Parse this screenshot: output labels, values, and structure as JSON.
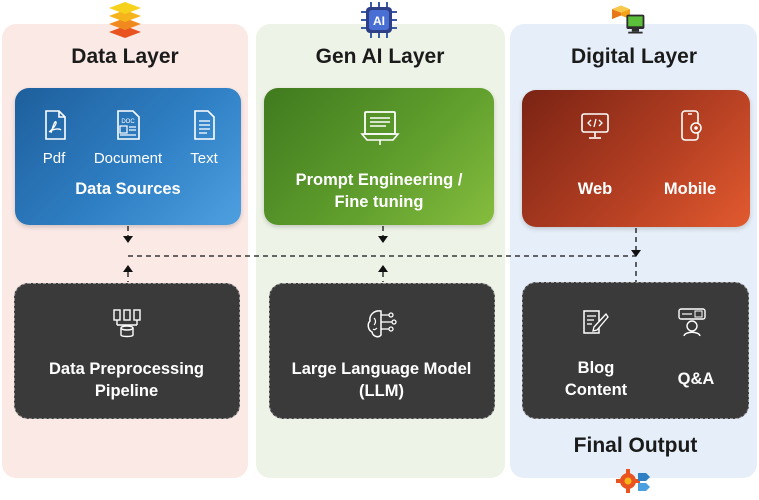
{
  "columns": {
    "data": {
      "title": "Data Layer"
    },
    "gen": {
      "title": "Gen AI Layer"
    },
    "digital": {
      "title": "Digital Layer"
    }
  },
  "data_sources": {
    "items": [
      "Pdf",
      "Document",
      "Text"
    ],
    "title": "Data Sources"
  },
  "prompt": {
    "line1": "Prompt Engineering /",
    "line2": "Fine tuning"
  },
  "digital": {
    "web": "Web",
    "mobile": "Mobile"
  },
  "preprocessing": {
    "line1": "Data Preprocessing",
    "line2": "Pipeline"
  },
  "llm": {
    "line1": "Large Language Model",
    "line2": "(LLM)"
  },
  "output": {
    "blog1": "Blog",
    "blog2": "Content",
    "qa": "Q&A"
  },
  "final_output": "Final Output",
  "ai_badge": "AI",
  "doc_badge": "DOC"
}
